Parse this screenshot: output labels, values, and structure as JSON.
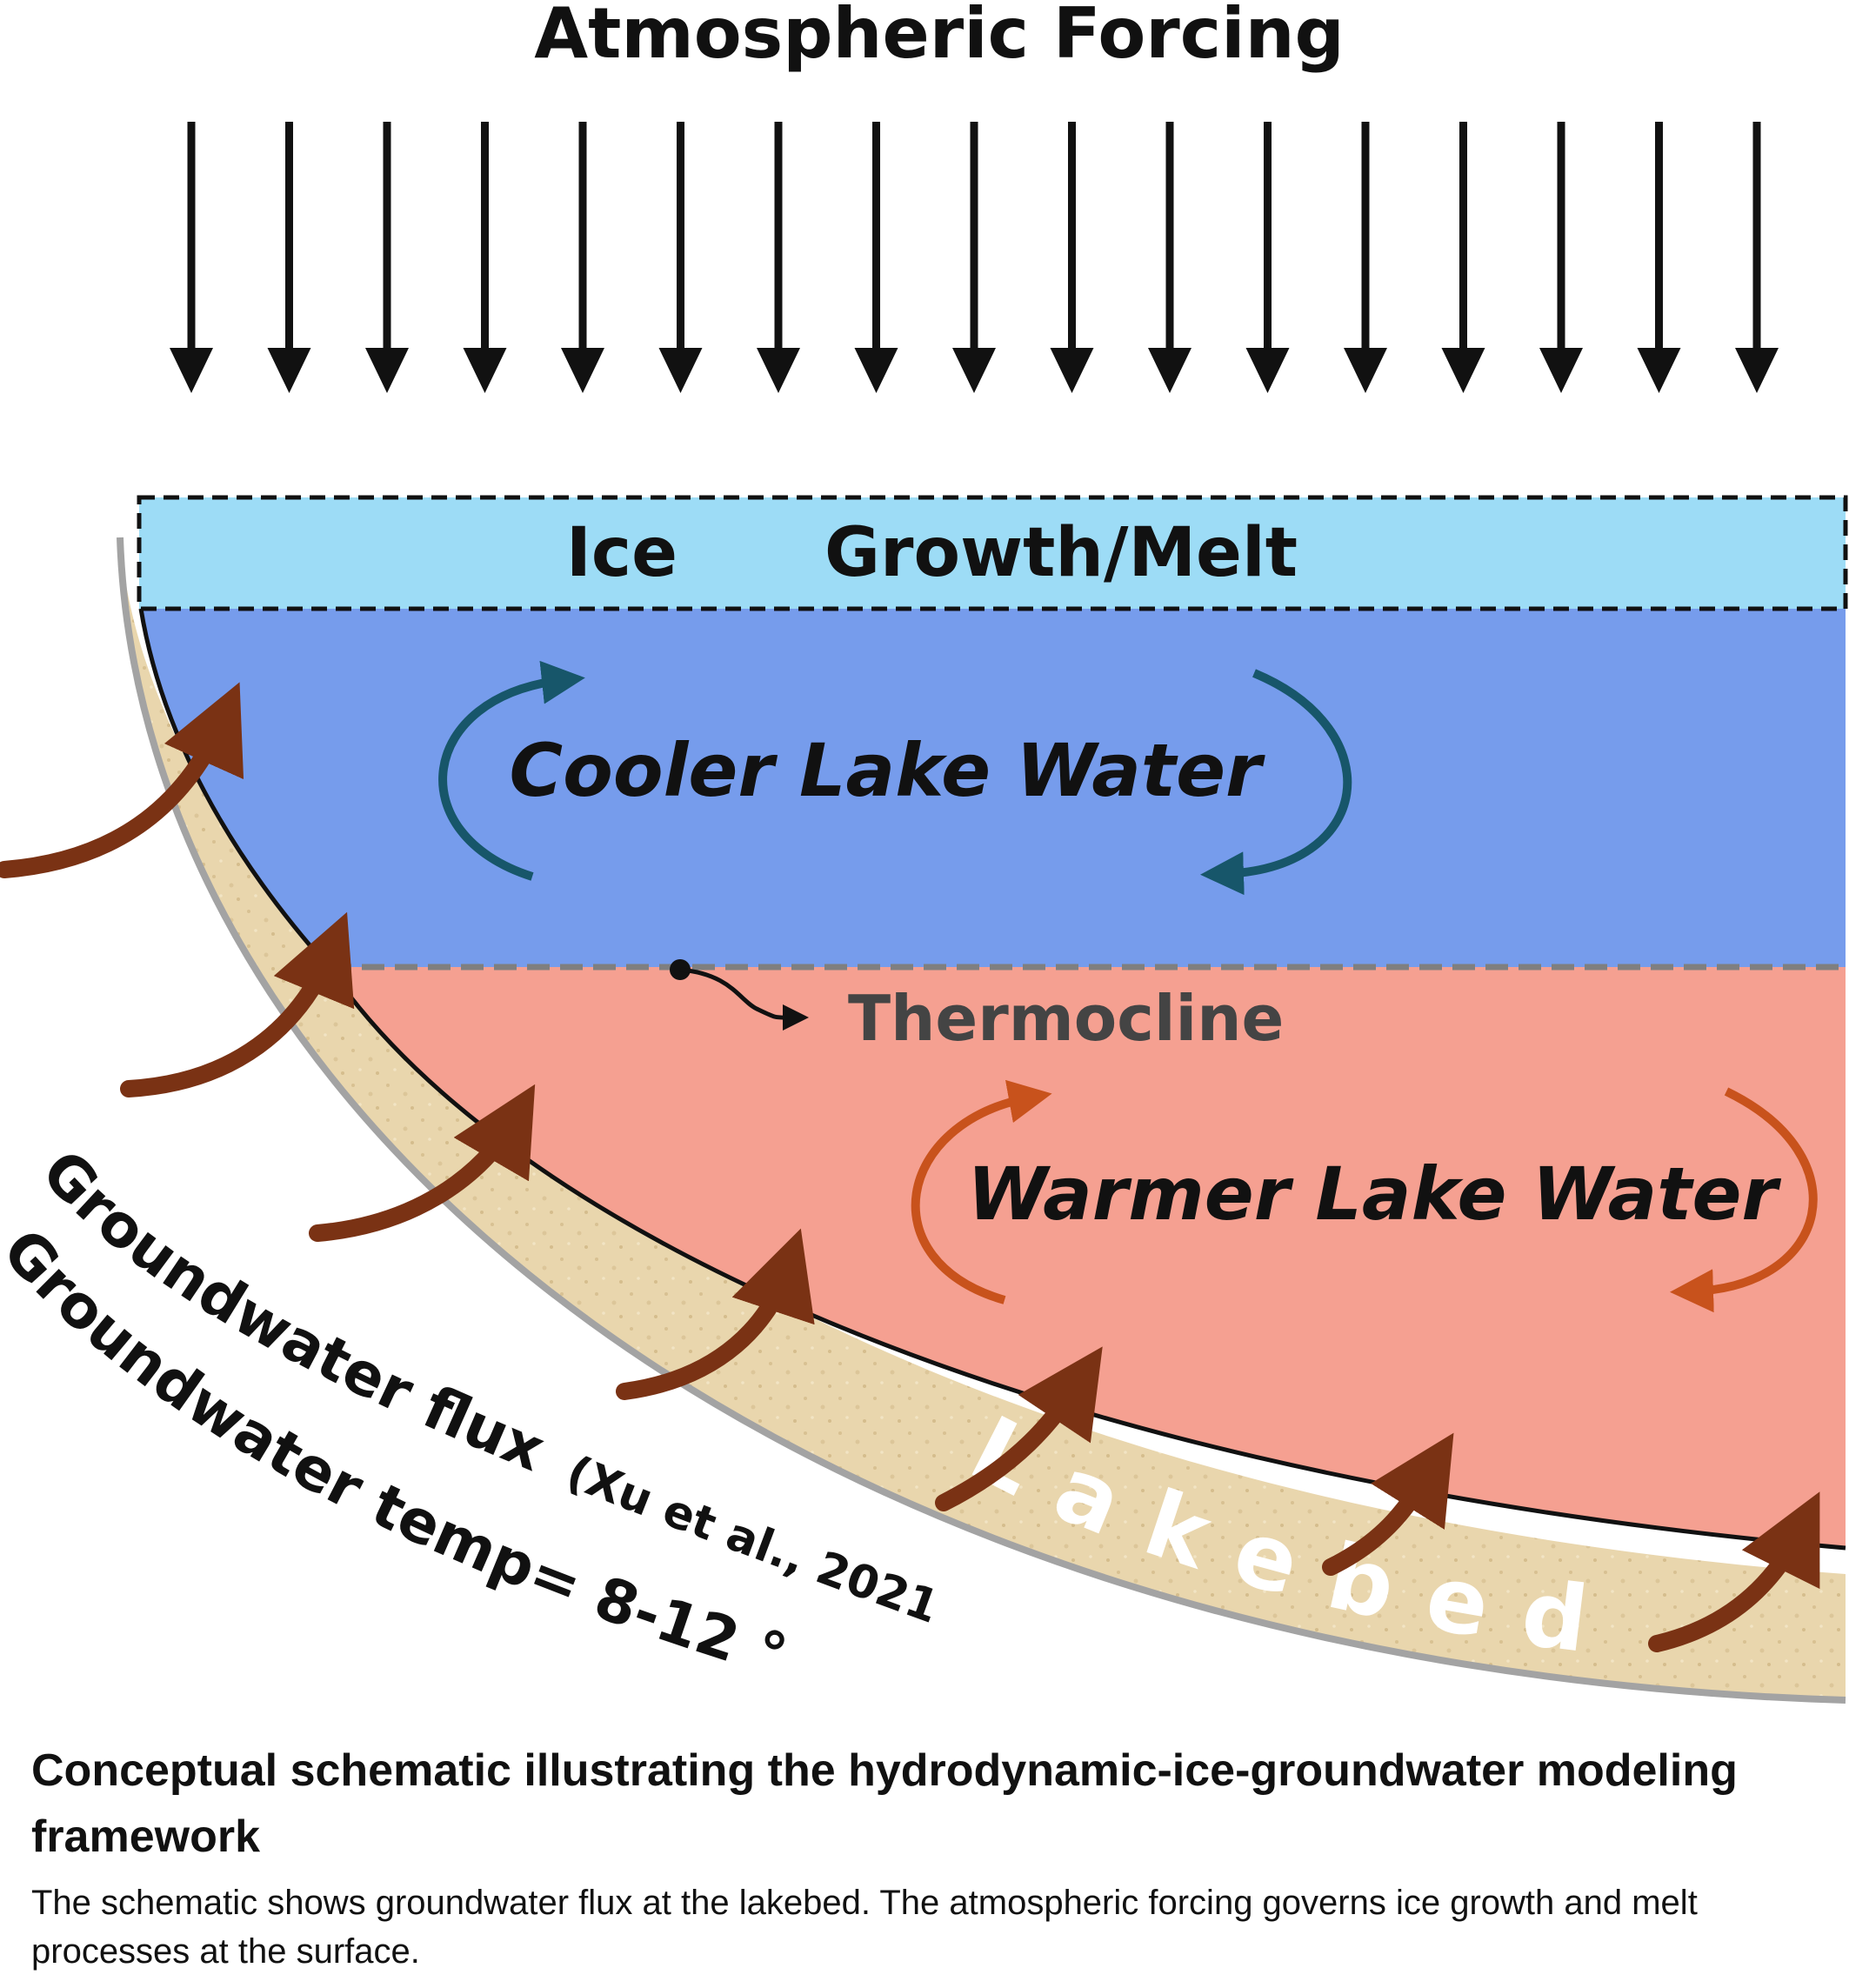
{
  "diagram": {
    "title": "Atmospheric Forcing",
    "ice_label": "Ice",
    "ice_process_label": "Growth/Melt",
    "cool_layer_label": "Cooler Lake Water",
    "thermocline_label": "Thermocline",
    "warm_layer_label": "Warmer Lake Water",
    "lakebed_label": "Lakebed",
    "flux_label": "Groundwater flux",
    "flux_citation": "(Xu et al., 2021)",
    "temp_label": "Groundwater temp= 8-12 °C",
    "colors": {
      "ice": "#9ddcf6",
      "cool_water": "#769cec",
      "warm_water": "#f5a091",
      "lakebed": "#e9d6ad",
      "cool_circulation": "#17566a",
      "warm_circulation": "#c8521c",
      "groundwater_arrow": "#7a3214",
      "thermocline_line": "#7f7f7f"
    }
  },
  "caption": {
    "title": "Conceptual schematic illustrating the hydrodynamic-ice-groundwater modeling framework",
    "body": "The schematic shows groundwater flux at the lakebed. The atmospheric forcing governs ice growth and melt processes at the surface."
  }
}
